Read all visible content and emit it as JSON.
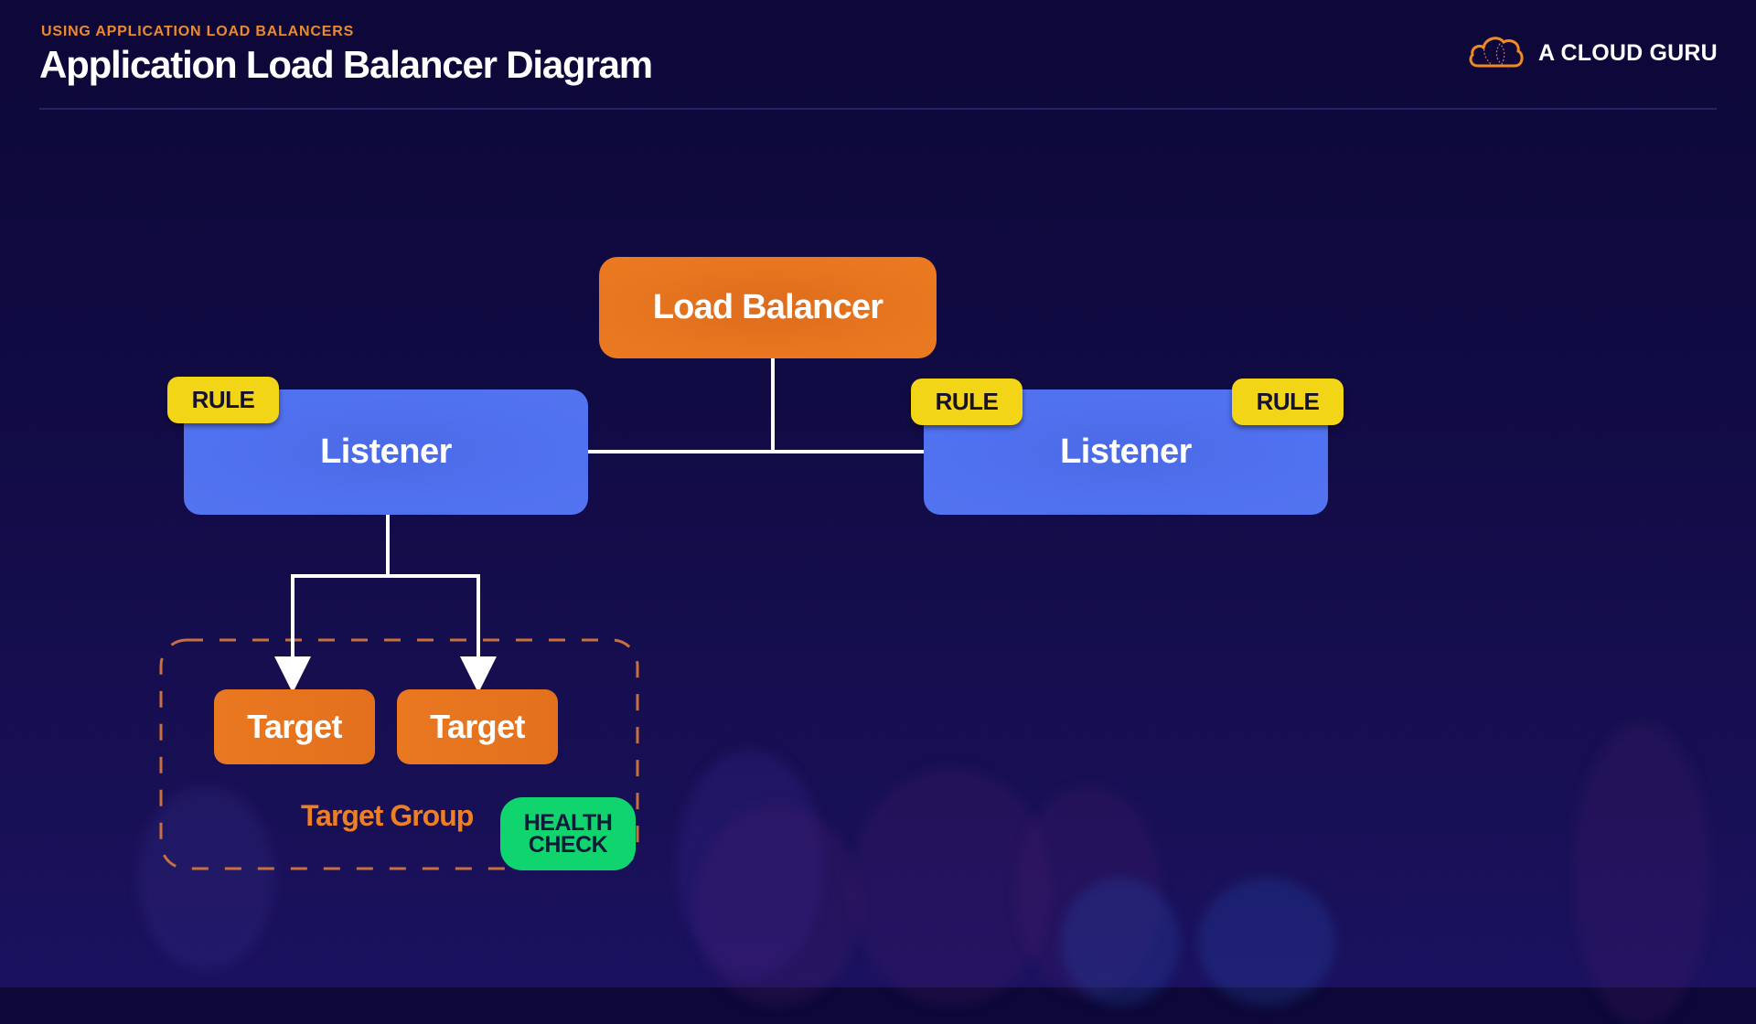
{
  "header": {
    "eyebrow": "USING APPLICATION LOAD BALANCERS",
    "title": "Application Load Balancer Diagram",
    "brand": {
      "icon": "cloud-logo-icon",
      "text": "A CLOUD GURU"
    }
  },
  "colors": {
    "accent_orange": "#e8761f",
    "listener_blue": "#5071ef",
    "rule_yellow": "#f2d516",
    "health_green": "#10d46e",
    "dashed_border": "#c8703e",
    "background": "#110b44"
  },
  "diagram": {
    "load_balancer": {
      "label": "Load Balancer"
    },
    "listeners": [
      {
        "label": "Listener",
        "rules": [
          "RULE"
        ]
      },
      {
        "label": "Listener",
        "rules": [
          "RULE",
          "RULE"
        ]
      }
    ],
    "target_group": {
      "label": "Target Group",
      "targets": [
        {
          "label": "Target"
        },
        {
          "label": "Target"
        }
      ],
      "health_check": {
        "line1": "HEALTH",
        "line2": "CHECK"
      }
    },
    "connections": [
      {
        "from": "Load Balancer",
        "to": "Listener (left)"
      },
      {
        "from": "Load Balancer",
        "to": "Listener (right)"
      },
      {
        "from": "Listener (left)",
        "to": "Target 1",
        "arrow": true
      },
      {
        "from": "Listener (left)",
        "to": "Target 2",
        "arrow": true
      }
    ]
  }
}
